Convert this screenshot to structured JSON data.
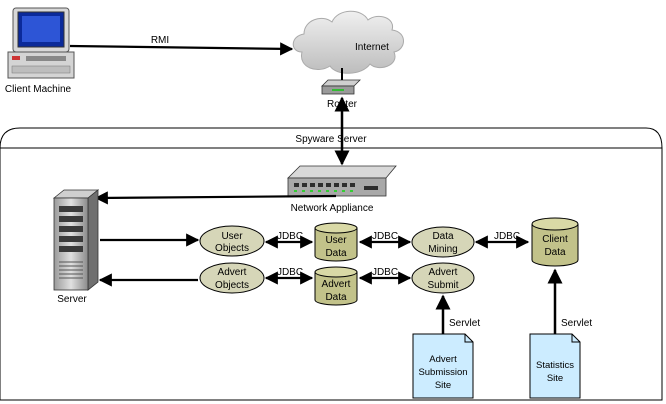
{
  "nodes": {
    "client_machine": {
      "label": "Client Machine"
    },
    "internet": {
      "label": "Internet"
    },
    "router": {
      "label": "Router"
    },
    "network_appliance": {
      "label": "Network Appliance"
    },
    "server": {
      "label": "Server"
    },
    "spyware_server": {
      "label": "Spyware Server"
    },
    "user_objects": {
      "label_line1": "User",
      "label_line2": "Objects"
    },
    "advert_objects": {
      "label_line1": "Advert",
      "label_line2": "Objects"
    },
    "user_data": {
      "label_line1": "User",
      "label_line2": "Data"
    },
    "advert_data": {
      "label_line1": "Advert",
      "label_line2": "Data"
    },
    "data_mining": {
      "label_line1": "Data",
      "label_line2": "Mining"
    },
    "advert_submit": {
      "label_line1": "Advert",
      "label_line2": "Submit"
    },
    "client_data": {
      "label_line1": "Client",
      "label_line2": "Data"
    },
    "advert_submission_site": {
      "label_line1": "Advert",
      "label_line2": "Submission",
      "label_line3": "Site"
    },
    "statistics_site": {
      "label_line1": "Statistics",
      "label_line2": "Site"
    }
  },
  "edges": {
    "client_internet": "RMI",
    "user_objects_user_data": "JDBC",
    "user_data_data_mining": "JDBC",
    "data_mining_client_data": "JDBC",
    "advert_objects_advert_data": "JDBC",
    "advert_data_advert_submit": "JDBC",
    "submission_site_advert_submit": "Servlet",
    "statistics_site_client_data": "Servlet"
  },
  "colors": {
    "ellipse_fill": "#d6d6b8",
    "cylinder_fill": "#c2c28a",
    "document_fill": "#ccecff",
    "cloud_fill": "#d0d0d0",
    "line": "#000000"
  }
}
